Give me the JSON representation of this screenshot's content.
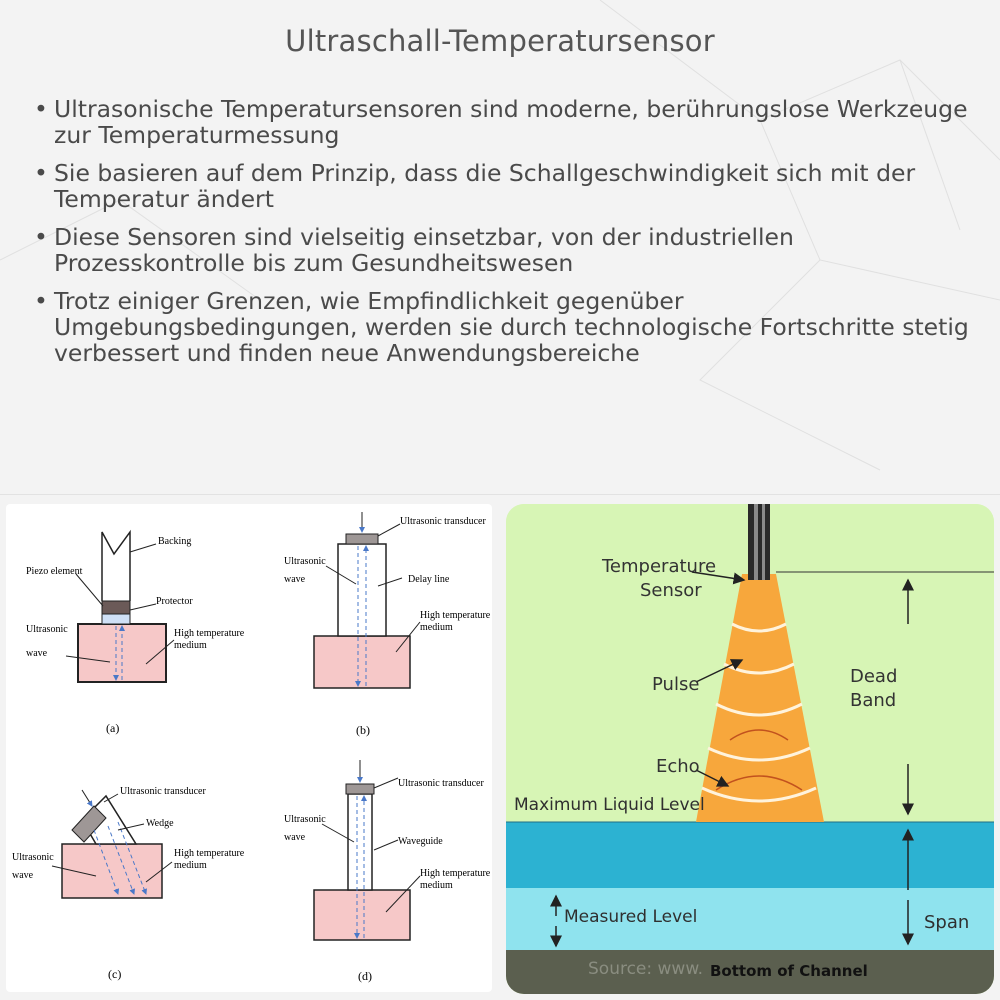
{
  "title": "Ultraschall-Temperatursensor",
  "bullets": [
    "Ultrasonische Temperatursensoren sind moderne, berührungslose Werkzeuge zur Temperaturmessung",
    "Sie basieren auf dem Prinzip, dass die Schallgeschwindigkeit sich mit der Temperatur ändert",
    "Diese Sensoren sind vielseitig einsetzbar, von der industriellen Prozesskontrolle bis zum Gesundheitswesen",
    "Trotz einiger Grenzen, wie Empfindlichkeit gegenüber Umgebungsbedingungen, werden sie durch technologische Fortschritte stetig verbessert und finden neue Anwendungsbereiche"
  ],
  "left_diagram": {
    "a": {
      "caption": "(a)",
      "labels": [
        "Backing",
        "Piezo element",
        "Protector",
        "Ultrasonic",
        "wave",
        "High temperature",
        "medium"
      ]
    },
    "b": {
      "caption": "(b)",
      "labels": [
        "Ultrasonic transducer",
        "Ultrasonic",
        "wave",
        "Delay line",
        "High temperature",
        "medium"
      ]
    },
    "c": {
      "caption": "(c)",
      "labels": [
        "Ultrasonic transducer",
        "Wedge",
        "Ultrasonic",
        "wave",
        "High temperature",
        "medium"
      ]
    },
    "d": {
      "caption": "(d)",
      "labels": [
        "Ultrasonic transducer",
        "Ultrasonic",
        "wave",
        "Waveguide",
        "High temperature",
        "medium"
      ]
    }
  },
  "right_diagram": {
    "sensor_label": [
      "Temperature",
      "Sensor"
    ],
    "pulse": "Pulse",
    "echo": "Echo",
    "dead_band": [
      "Dead",
      "Band"
    ],
    "max_level": "Maximum Liquid Level",
    "measured_level": "Measured Level",
    "span": "Span",
    "bottom": "Bottom of Channel",
    "watermark": "Source: www."
  },
  "colors": {
    "medium_fill": "#f6c8c8",
    "panel_bg": "#d7f5b5",
    "cone": "#f7a73c",
    "liquid_top": "#2cb2d2",
    "liquid_bottom": "#8fe3ee",
    "channel_floor": "#5b5f4f"
  }
}
